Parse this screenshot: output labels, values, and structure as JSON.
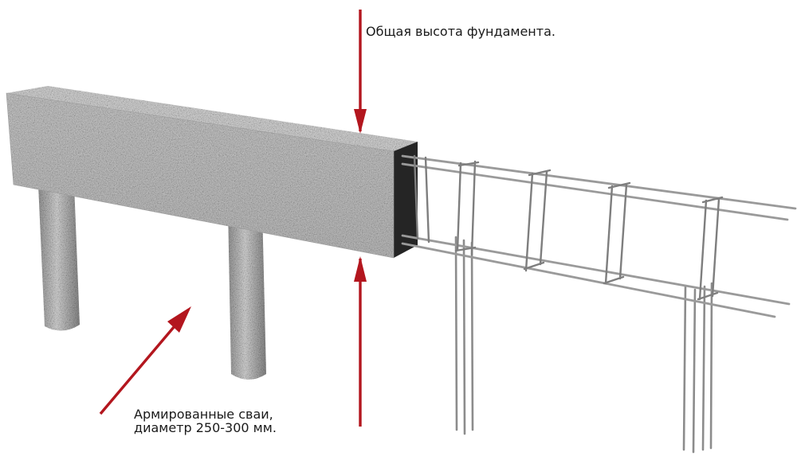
{
  "labels": {
    "total_height": "Общая высота фундамента.",
    "piles_line1": "Армированные сваи,",
    "piles_line2": "диаметр 250-300 мм."
  },
  "colors": {
    "arrow": "#b3161e",
    "concrete": "#a9a9a9",
    "rebar": "#8c8c8c"
  }
}
